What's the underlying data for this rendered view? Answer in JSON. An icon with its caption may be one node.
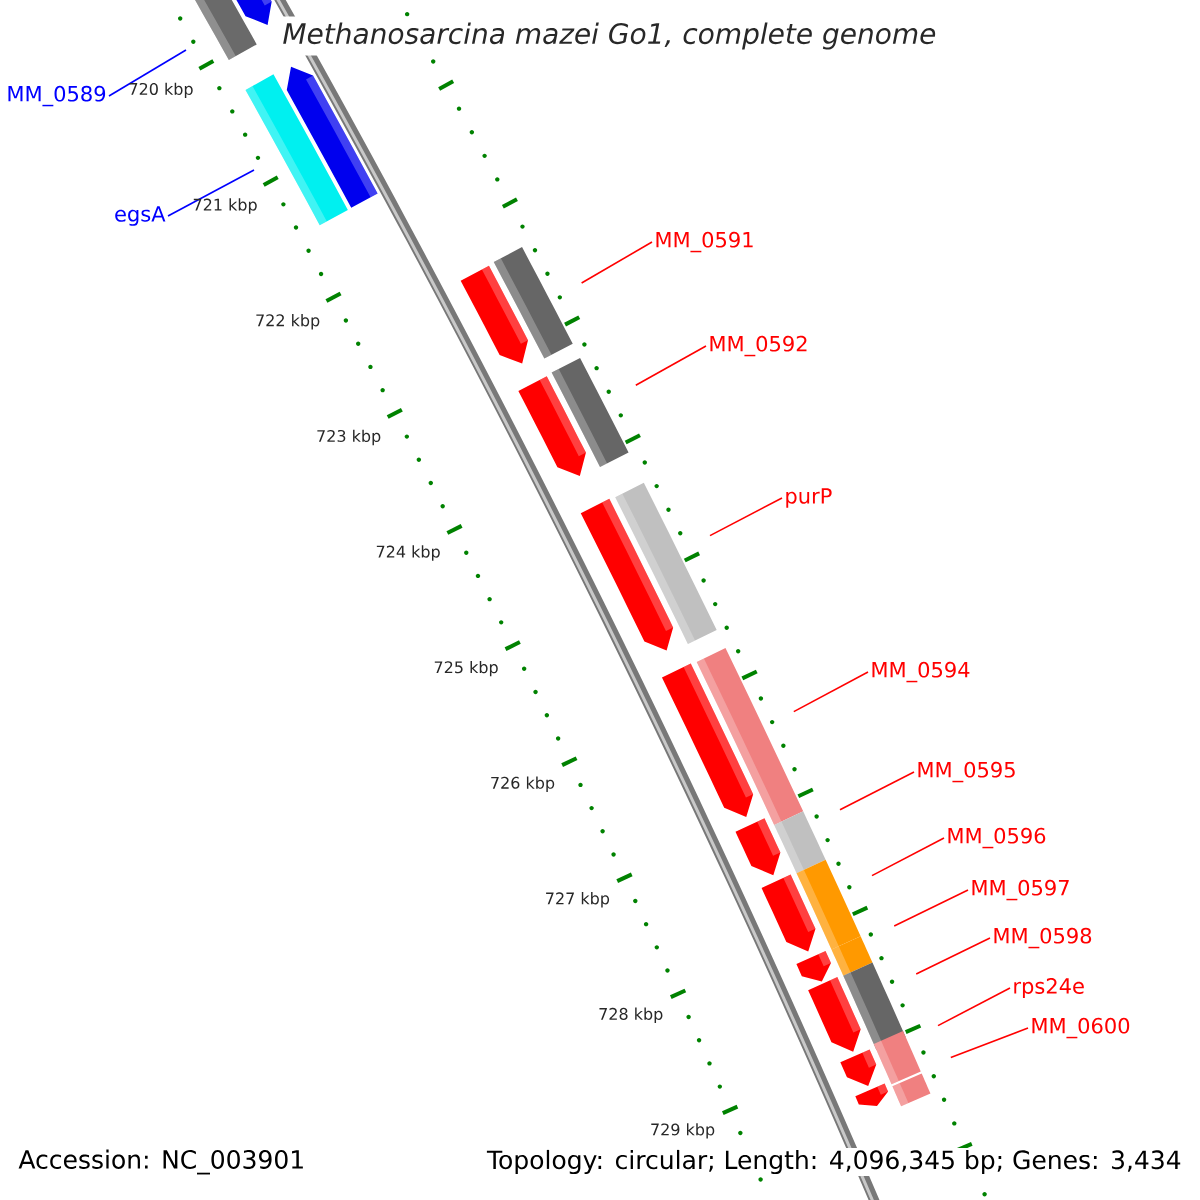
{
  "diagram": {
    "title": "Methanosarcina mazei Go1, complete genome",
    "nodes": [
      {
        "text": [
          "MM_0589"
        ]
      },
      {
        "text": [
          "egsA"
        ]
      },
      {
        "text": [
          "MM_0591"
        ]
      },
      {
        "text": [
          "MM_0592"
        ]
      },
      {
        "text": [
          "purP"
        ]
      },
      {
        "text": [
          "MM_0594"
        ]
      },
      {
        "text": [
          "MM_0595"
        ]
      },
      {
        "text": [
          "MM_0596"
        ]
      },
      {
        "text": [
          "MM_0597"
        ]
      },
      {
        "text": [
          "MM_0598"
        ]
      },
      {
        "text": [
          "rps24e"
        ]
      },
      {
        "text": [
          "MM_0600"
        ]
      }
    ],
    "edges": [
      {
        "from": 0,
        "to": null,
        "arrow": "none",
        "color": "#0000ff"
      },
      {
        "from": 1,
        "to": null,
        "arrow": "none",
        "color": "#0000ff"
      },
      {
        "from": 2,
        "to": null,
        "arrow": "none"
      },
      {
        "from": 3,
        "to": null,
        "arrow": "none"
      },
      {
        "from": 4,
        "to": null,
        "arrow": "none"
      },
      {
        "from": 5,
        "to": null,
        "arrow": "none"
      },
      {
        "from": 6,
        "to": null,
        "arrow": "none"
      },
      {
        "from": 7,
        "to": null,
        "arrow": "none"
      },
      {
        "from": 8,
        "to": null,
        "arrow": "none"
      },
      {
        "from": 9,
        "to": null,
        "arrow": "none"
      },
      {
        "from": 10,
        "to": null,
        "arrow": "none"
      },
      {
        "from": 11,
        "to": null,
        "arrow": "none"
      }
    ],
    "labels": [
      "720 kbp",
      "721 kbp",
      "722 kbp",
      "723 kbp",
      "724 kbp",
      "725 kbp",
      "726 kbp",
      "727 kbp",
      "728 kbp",
      "729 kbp",
      "Accession: NC_003901",
      "Topology: circular; Length: 4,096,345 bp; Genes: 3,434"
    ]
  }
}
